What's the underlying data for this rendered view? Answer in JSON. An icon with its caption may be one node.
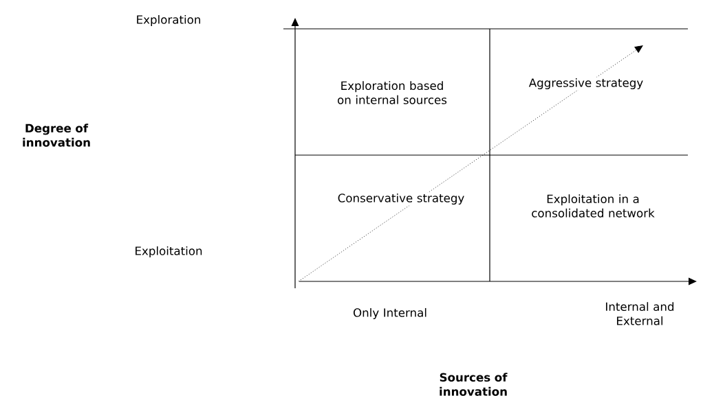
{
  "diagram": {
    "nodes": [
      {
        "text": [
          "Exploration based on internal sources"
        ]
      },
      {
        "text": [
          "Aggressive strategy"
        ]
      },
      {
        "text": [
          "Conservative strategy"
        ]
      },
      {
        "text": [
          "Exploitation in a consolidated network"
        ]
      }
    ],
    "labels": [
      "Exploration",
      "Degree of innovation",
      "Exploitation",
      "Only Internal",
      "Internal and External",
      "Sources of innovation"
    ]
  }
}
